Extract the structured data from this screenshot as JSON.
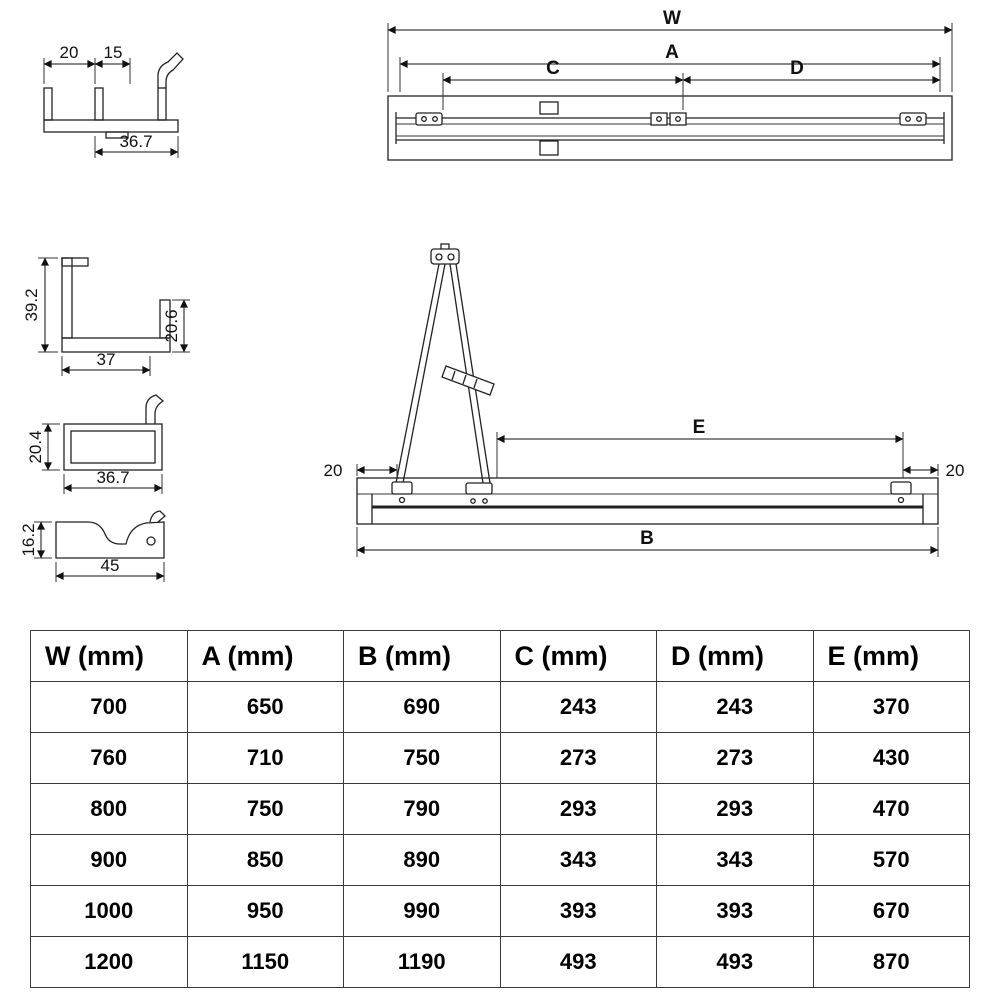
{
  "drawings": {
    "profile1": {
      "d20": "20",
      "d15": "15",
      "d367": "36.7"
    },
    "profile2": {
      "d392": "39.2",
      "d206": "20.6",
      "d37": "37"
    },
    "profile3": {
      "d204": "20.4",
      "d367": "36.7"
    },
    "profile4": {
      "d162": "16.2",
      "d45": "45"
    },
    "top_view": {
      "w": "W",
      "a": "A",
      "c": "C",
      "d": "D"
    },
    "side_view": {
      "e": "E",
      "b": "B",
      "d20l": "20",
      "d20r": "20"
    }
  },
  "table": {
    "headers": [
      "W (mm)",
      "A (mm)",
      "B (mm)",
      "C (mm)",
      "D (mm)",
      "E (mm)"
    ],
    "rows": [
      [
        "700",
        "650",
        "690",
        "243",
        "243",
        "370"
      ],
      [
        "760",
        "710",
        "750",
        "273",
        "273",
        "430"
      ],
      [
        "800",
        "750",
        "790",
        "293",
        "293",
        "470"
      ],
      [
        "900",
        "850",
        "890",
        "343",
        "343",
        "570"
      ],
      [
        "1000",
        "950",
        "990",
        "393",
        "393",
        "670"
      ],
      [
        "1200",
        "1150",
        "1190",
        "493",
        "493",
        "870"
      ]
    ]
  }
}
